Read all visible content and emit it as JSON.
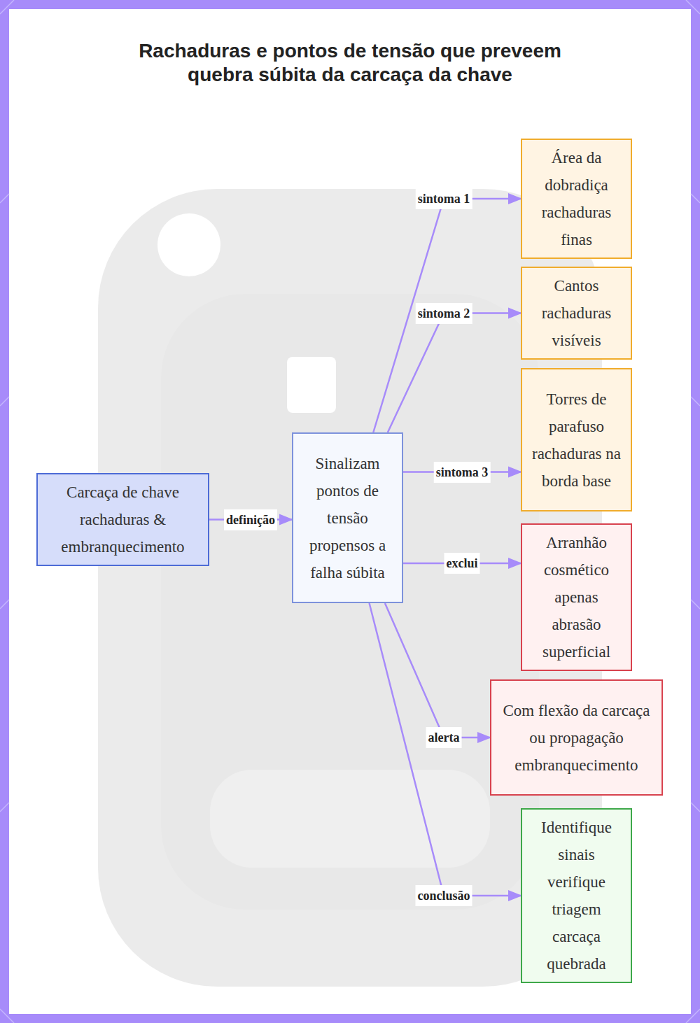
{
  "diagram": {
    "title": "Rachaduras e pontos de tensão que preveem quebra súbita da carcaça da chave",
    "nodes": [
      {
        "text": [
          "Carcaça de chave rachaduras & embranquecimento"
        ]
      },
      {
        "text": [
          "Sinalizam pontos de tensão propensos a falha súbita"
        ]
      },
      {
        "text": [
          "Área da dobradiça rachaduras finas"
        ]
      },
      {
        "text": [
          "Cantos rachaduras visíveis"
        ]
      },
      {
        "text": [
          "Torres de parafuso rachaduras na borda base"
        ]
      },
      {
        "text": [
          "Arranhão cosmético apenas abrasão superficial"
        ]
      },
      {
        "text": [
          "Com flexão da carcaça ou propagação embranquecimento"
        ]
      },
      {
        "text": [
          "Identifique sinais verifique triagem carcaça quebrada"
        ]
      }
    ],
    "edges": [
      {
        "from": 0,
        "to": 1,
        "label": "definição",
        "arrow": "to"
      },
      {
        "from": 1,
        "to": 2,
        "label": "sintoma 1",
        "arrow": "to"
      },
      {
        "from": 1,
        "to": 3,
        "label": "sintoma 2",
        "arrow": "to"
      },
      {
        "from": 1,
        "to": 4,
        "label": "sintoma 3",
        "arrow": "to"
      },
      {
        "from": 1,
        "to": 5,
        "label": "exclui",
        "arrow": "to"
      },
      {
        "from": 1,
        "to": 6,
        "label": "alerta",
        "arrow": "to"
      },
      {
        "from": 1,
        "to": 7,
        "label": "conclusão",
        "arrow": "to"
      }
    ]
  }
}
